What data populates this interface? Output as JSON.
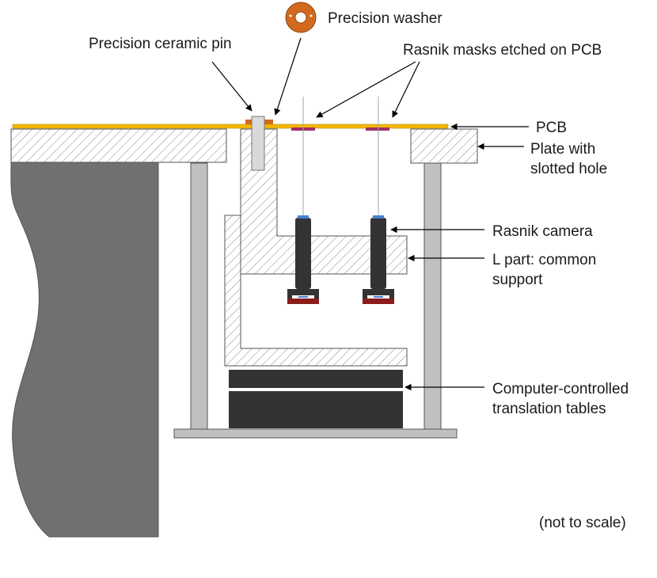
{
  "labels": {
    "precision_washer": "Precision washer",
    "precision_ceramic_pin": "Precision ceramic pin",
    "rasnik_masks": "Rasnik masks etched on PCB",
    "pcb": "PCB",
    "plate_line1": "Plate with",
    "plate_line2": "slotted hole",
    "rasnik_camera": "Rasnik camera",
    "l_part_line1": "L part: common",
    "l_part_line2": "support",
    "tables_line1": "Computer-controlled",
    "tables_line2": "translation tables",
    "scale_note": "(not to scale)"
  },
  "colors": {
    "pcb": "#f5b800",
    "washer": "#d2691e",
    "mask": "#a0306a",
    "ground": "#707070",
    "hatch": "#8a8a8a",
    "column": "#c0c0c0",
    "camera": "#333333",
    "camera_base": "#8b1c1c",
    "lens": "#4a7fd0",
    "tables": "#333333"
  }
}
